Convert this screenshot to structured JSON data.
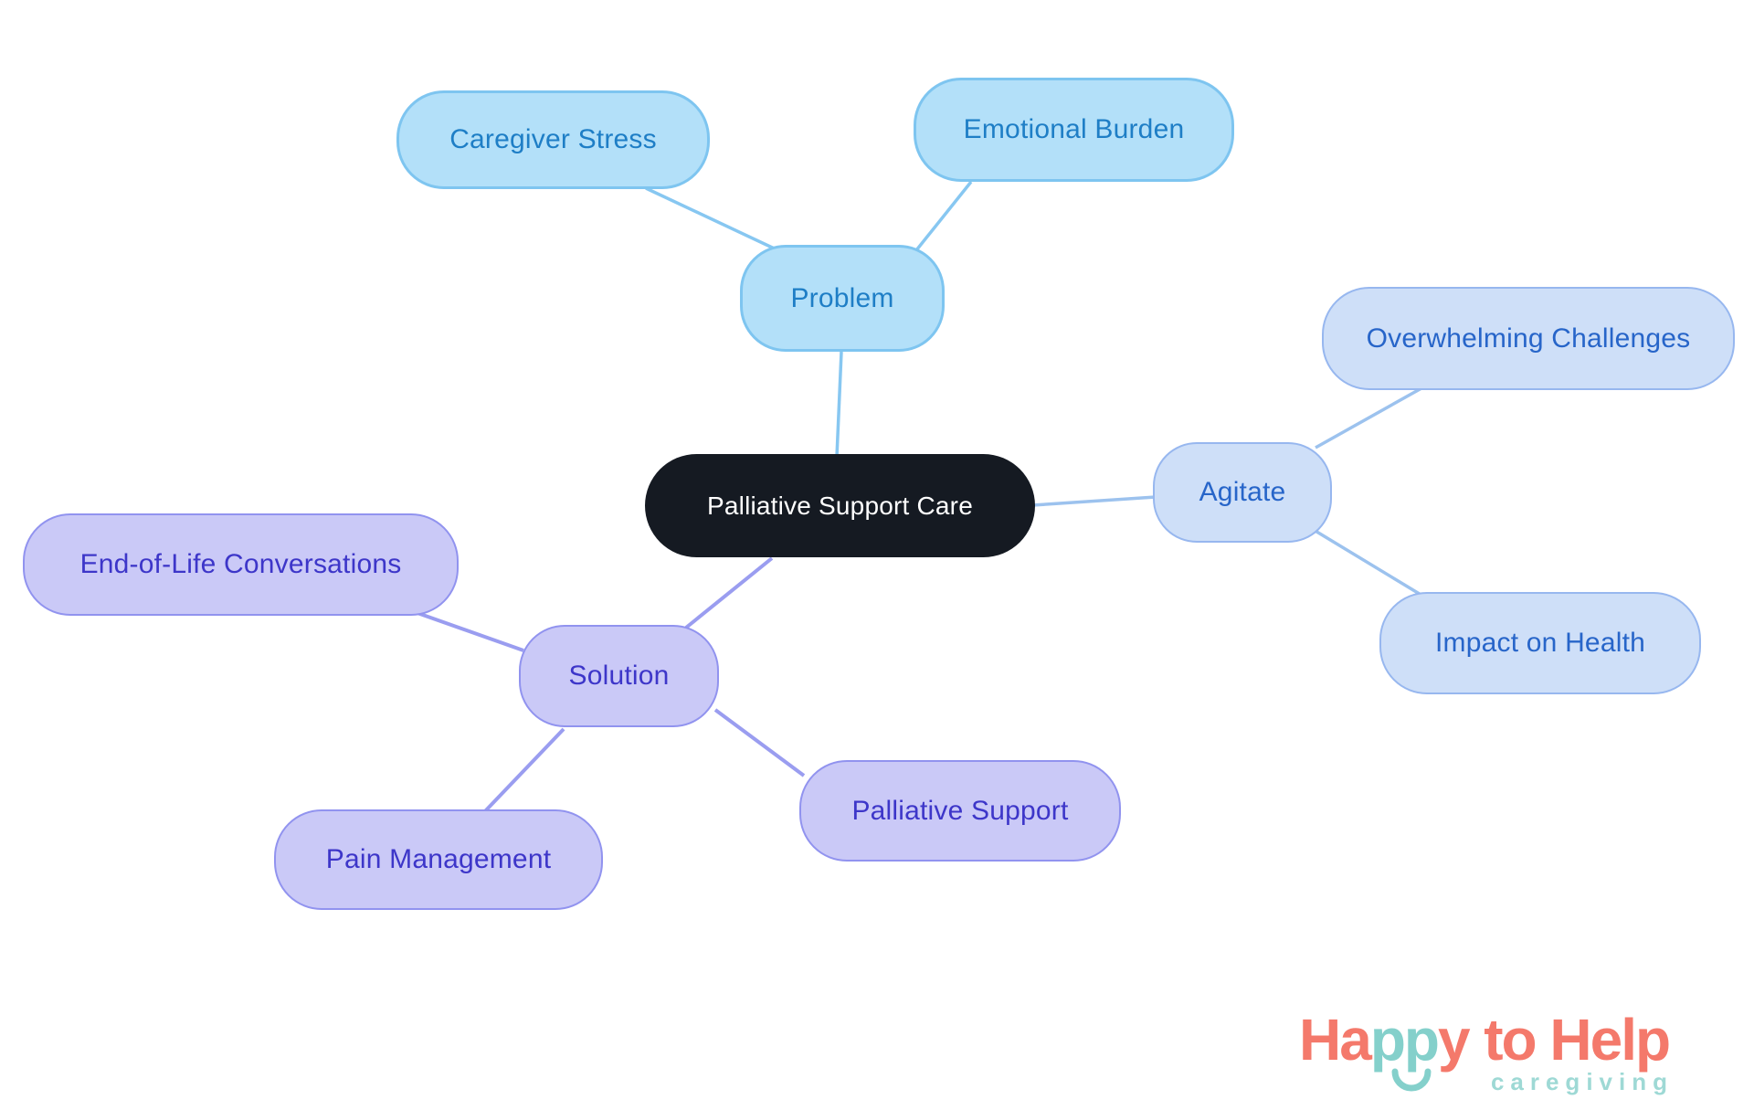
{
  "palette": {
    "background": "#FFFFFF",
    "center-fill": "#151A22",
    "center-text": "#FFFFFF",
    "problem-fill": "#B3E0F9",
    "problem-border": "#7EC5F0",
    "problem-text": "#1E7EC6",
    "problem-line": "#87C7F1",
    "agitate-fill": "#CEDFF8",
    "agitate-border": "#97B7EF",
    "agitate-text": "#2765C9",
    "agitate-line": "#9CC2EE",
    "solution-fill": "#CAC9F7",
    "solution-border": "#9193EF",
    "solution-text": "#3D36C9",
    "solution-line": "#9A9DF0",
    "logo-coral": "#F4796B",
    "logo-teal": "#84D0CB",
    "logo-subtitle": "#9ED9D5"
  },
  "mindmap": {
    "center": {
      "label": "Palliative Support Care"
    },
    "branches": {
      "problem": {
        "label": "Problem",
        "children": [
          {
            "label": "Caregiver Stress"
          },
          {
            "label": "Emotional Burden"
          }
        ]
      },
      "agitate": {
        "label": "Agitate",
        "children": [
          {
            "label": "Overwhelming Challenges"
          },
          {
            "label": "Impact on Health"
          }
        ]
      },
      "solution": {
        "label": "Solution",
        "children": [
          {
            "label": "End-of-Life Conversations"
          },
          {
            "label": "Pain Management"
          },
          {
            "label": "Palliative Support"
          }
        ]
      }
    }
  },
  "logo": {
    "happy_ha": "Ha",
    "happy_pp": "pp",
    "happy_y": "y",
    "to_help": "to Help",
    "subtitle": "caregiving"
  }
}
